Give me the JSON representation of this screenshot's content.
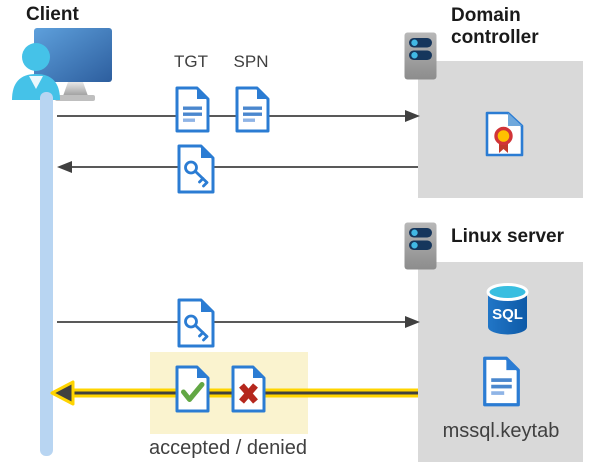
{
  "nodes": {
    "client": {
      "label": "Client"
    },
    "domain_controller": {
      "label": "Domain controller"
    },
    "linux_server": {
      "label": "Linux server"
    }
  },
  "messages": {
    "tgt": "TGT",
    "spn": "SPN",
    "result": "accepted / denied"
  },
  "artifacts": {
    "sql_label": "SQL",
    "keytab_label": "mssql.keytab"
  },
  "flows": [
    {
      "from": "client",
      "to": "domain_controller",
      "carries": [
        "TGT",
        "SPN"
      ],
      "direction": "right"
    },
    {
      "from": "domain_controller",
      "to": "client",
      "carries": [
        "key-ticket"
      ],
      "direction": "left"
    },
    {
      "from": "client",
      "to": "linux_server",
      "carries": [
        "key-ticket"
      ],
      "direction": "right"
    },
    {
      "from": "linux_server",
      "to": "client",
      "carries": [
        "accepted / denied"
      ],
      "direction": "left",
      "highlighted": true
    }
  ],
  "icons": {
    "client": "user-monitor-icon",
    "domain_controller": "server-icon",
    "linux_server": "server-icon",
    "tgt": "text-document-icon",
    "spn": "text-document-icon",
    "service_ticket": "key-document-icon",
    "certificate": "certificate-document-icon",
    "database": "sql-database-icon",
    "keytab": "text-document-icon",
    "accepted": "check-document-icon",
    "denied": "x-document-icon"
  },
  "colors": {
    "doc_blue": "#2B7CD3",
    "doc_line_blue": "#4A87CE",
    "doc_line_light": "#8FB4E6",
    "arrow_gray": "#595959",
    "box_gray": "#D9D9D9",
    "highlight_yellow": "#FAF3CF",
    "yellow_arrow": "#FFD400",
    "lifeline_blue": "#B8D5F2",
    "person_cyan": "#45C2E8",
    "screen_blue_light": "#5EA0DC",
    "screen_blue_dark": "#2D5E9E",
    "server_navy": "#16365C",
    "led_cyan": "#41B8E4",
    "check_green": "#62A744",
    "x_red": "#B5271D",
    "cert_red": "#D13438",
    "cert_gold": "#FFC000",
    "sql_body_blue": "#1464B4",
    "sql_top_cyan": "#38BEE0",
    "text_dark": "#404040"
  }
}
